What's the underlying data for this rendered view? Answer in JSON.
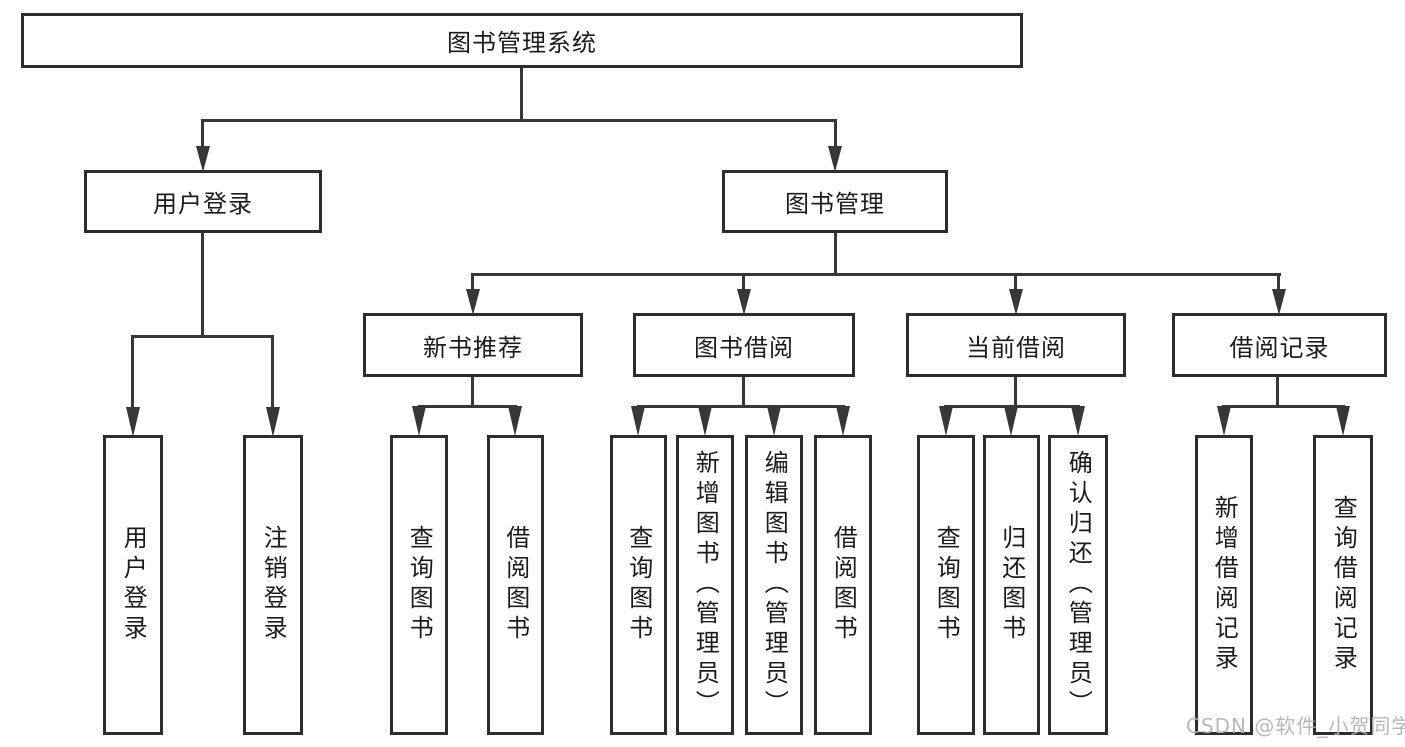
{
  "diagram_type": "hierarchy-diagram",
  "tree": {
    "root": {
      "label": "图书管理系统"
    },
    "branches": [
      {
        "label": "用户登录",
        "children": [
          {
            "label": "用户登录"
          },
          {
            "label": "注销登录"
          }
        ]
      },
      {
        "label": "图书管理",
        "children": [
          {
            "label": "新书推荐",
            "children": [
              {
                "label": "查询图书"
              },
              {
                "label": "借阅图书"
              }
            ]
          },
          {
            "label": "图书借阅",
            "children": [
              {
                "label": "查询图书"
              },
              {
                "label": "新增图书（管理员）"
              },
              {
                "label": "编辑图书（管理员）"
              },
              {
                "label": "借阅图书"
              }
            ]
          },
          {
            "label": "当前借阅",
            "children": [
              {
                "label": "查询图书"
              },
              {
                "label": "归还图书"
              },
              {
                "label": "确认归还（管理员）"
              }
            ]
          },
          {
            "label": "借阅记录",
            "children": [
              {
                "label": "新增借阅记录"
              },
              {
                "label": "查询借阅记录"
              }
            ]
          }
        ]
      }
    ]
  },
  "watermark": "CSDN @软件_小贺同学",
  "colors": {
    "background": "#ffffff",
    "line": "#373737",
    "border": "#2d2d2d",
    "text": "#1c1c1c",
    "watermark": "#b2b2b2"
  }
}
